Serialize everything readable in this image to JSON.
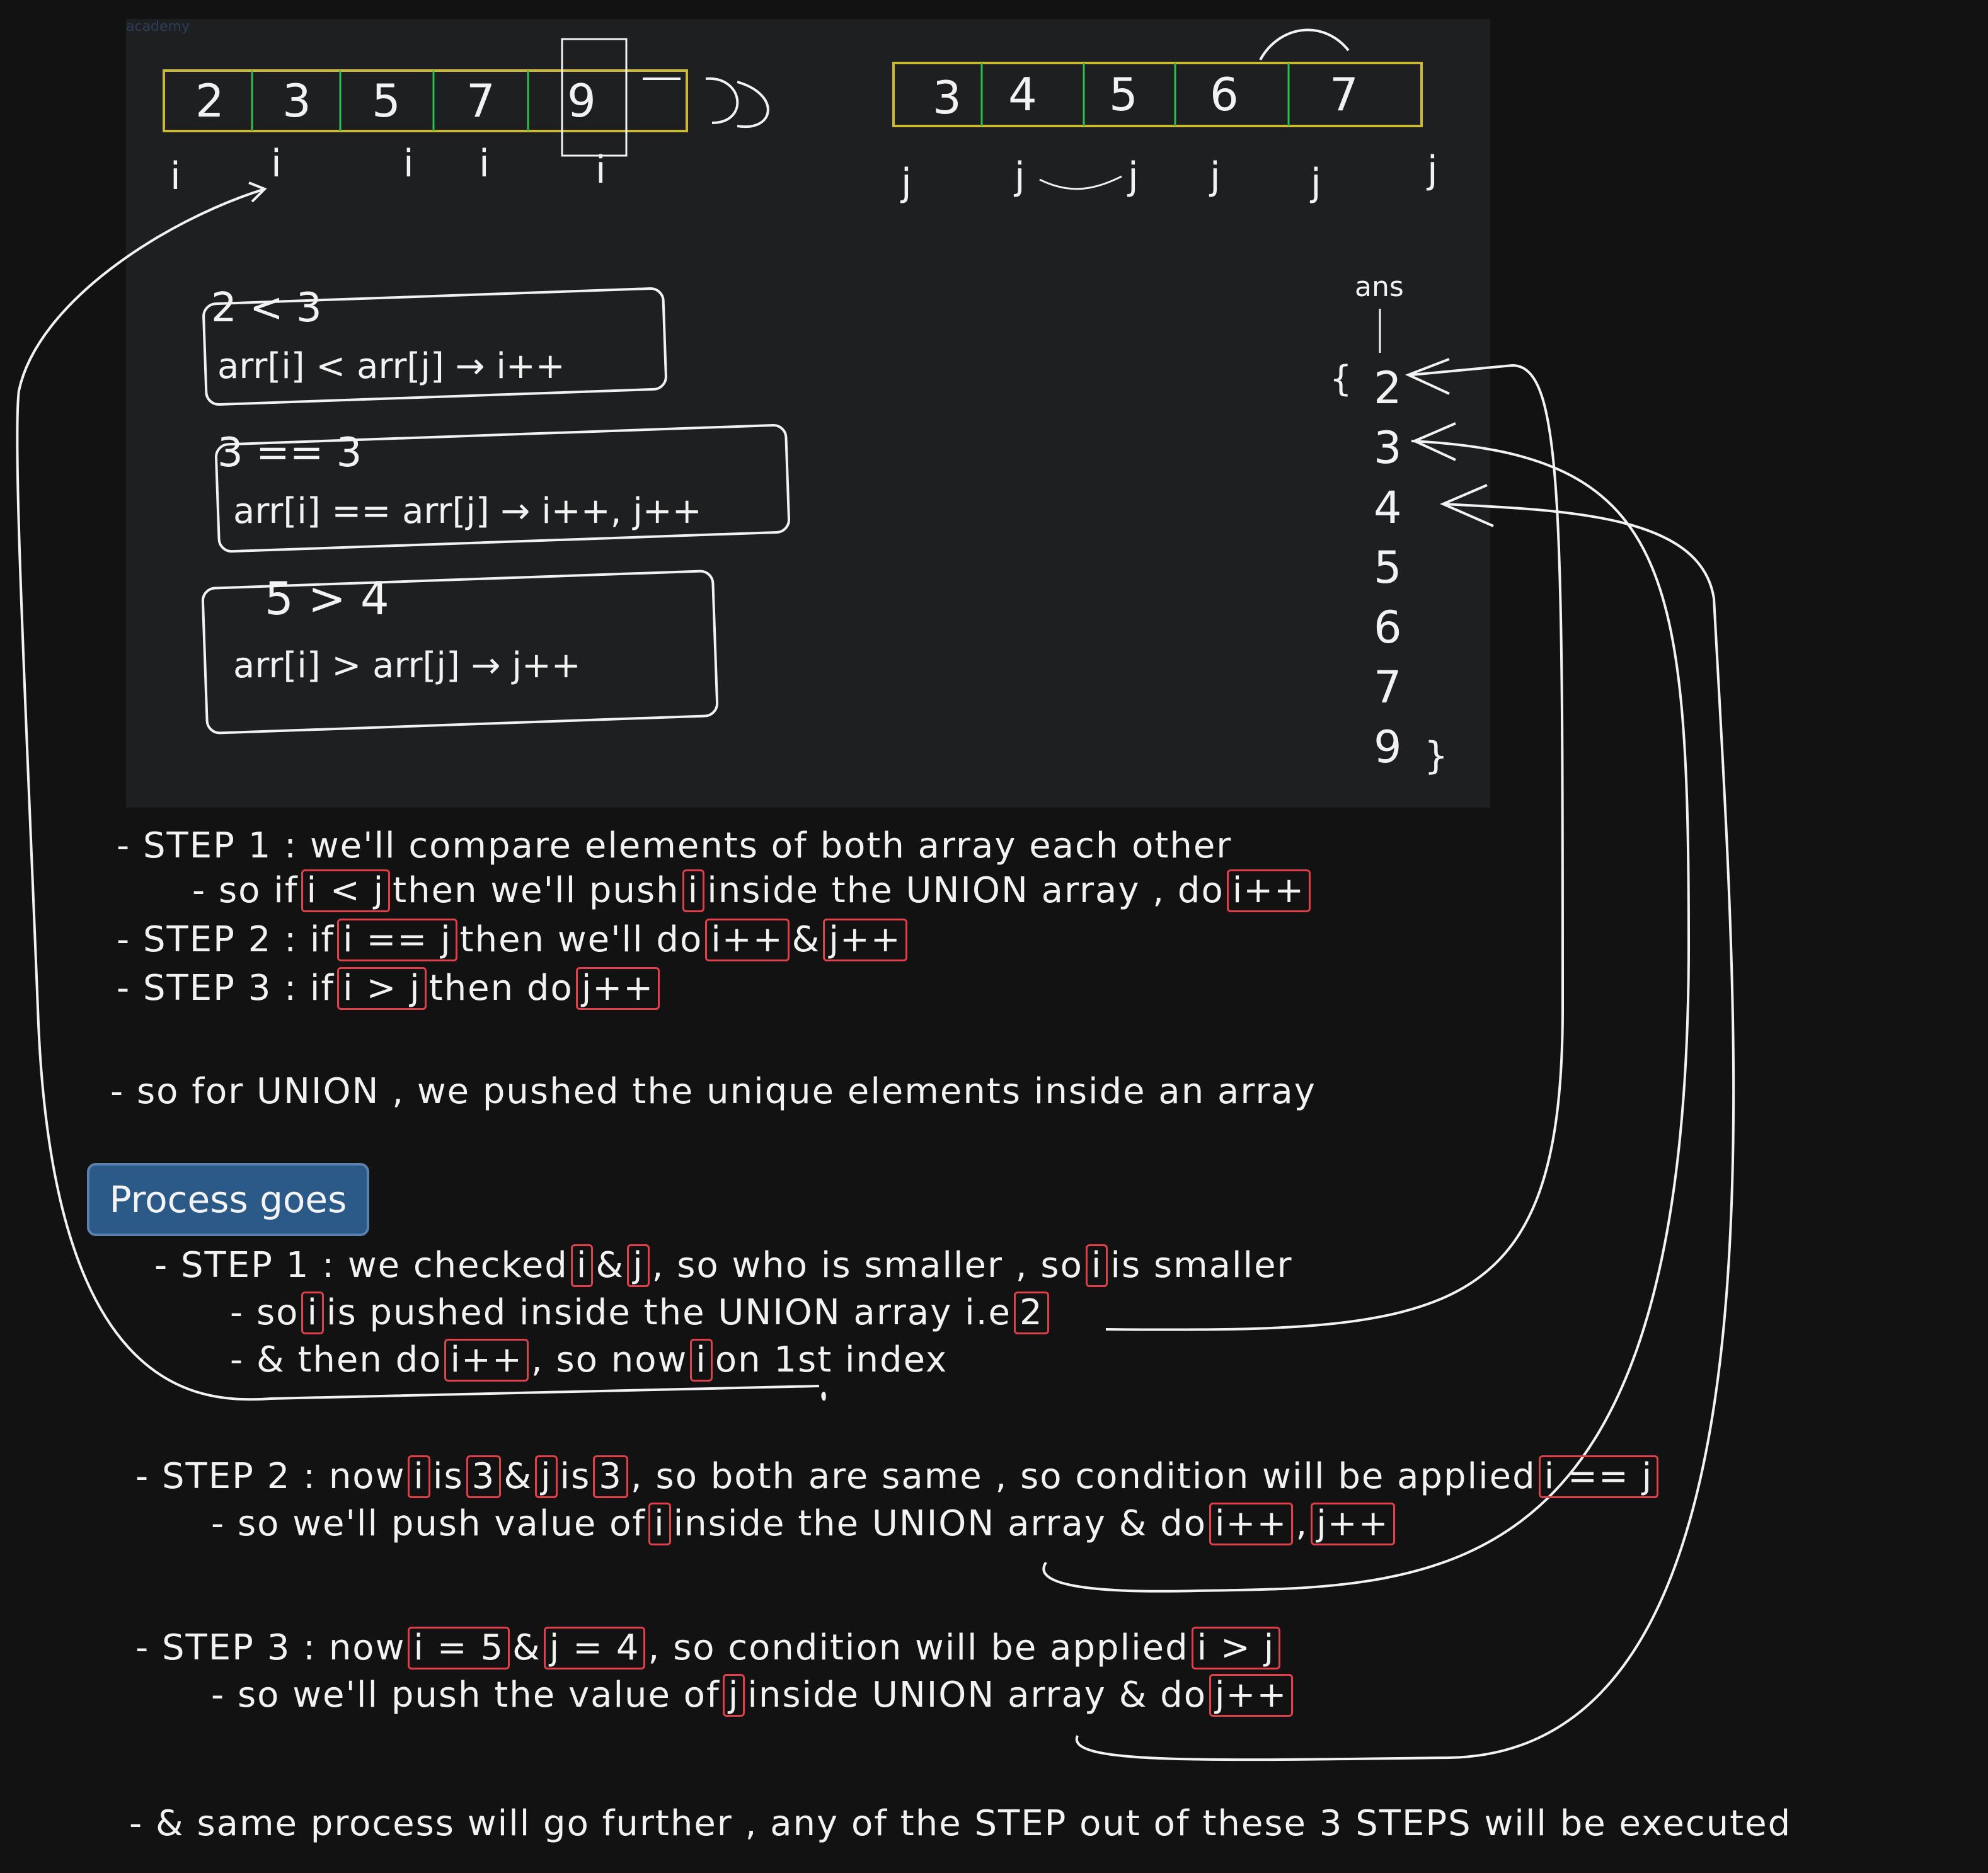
{
  "watermark": "academy",
  "arr1": [
    "2",
    "3",
    "5",
    "7",
    "9"
  ],
  "arr2": [
    "3",
    "4",
    "5",
    "6",
    "7"
  ],
  "sketch": {
    "cmp1": "2 < 3",
    "rule1": "arr[i] < arr[j] → i++",
    "cmp2": "3 == 3",
    "rule2": "arr[i] == arr[j] → i++, j++",
    "cmp3": "5 > 4",
    "rule3": "arr[i] > arr[j] → j++",
    "ans_label": "ans",
    "ans_values": [
      "2",
      "3",
      "4",
      "5",
      "6",
      "7",
      "9"
    ]
  },
  "steps": {
    "s1_a": "- STEP 1 : we'll compare elements of both array each other",
    "s1_b1": "- so if",
    "s1_b2": "i < j",
    "s1_b3": "then we'll push",
    "s1_b4": "i",
    "s1_b5": "inside the UNION array , do",
    "s1_b6": "i++",
    "s2_1": "- STEP 2 : if",
    "s2_2": "i == j",
    "s2_3": "then we'll do",
    "s2_4": "i++",
    "s2_5": "&",
    "s2_6": "j++",
    "s3_1": "- STEP 3 : if",
    "s3_2": "i > j",
    "s3_3": "then do",
    "s3_4": "j++",
    "union_note": "- so for UNION , we pushed the unique elements inside an array"
  },
  "process_button": "Process goes",
  "process": {
    "p1_1": "- STEP 1 : we checked",
    "p1_2": "i",
    "p1_3": "&",
    "p1_4": "j",
    "p1_5": ", so who is smaller , so",
    "p1_6": "i",
    "p1_7": "is smaller",
    "p1b_1": "- so",
    "p1b_2": "i",
    "p1b_3": "is pushed inside the UNION array i.e",
    "p1b_4": "2",
    "p1c_1": "- & then do",
    "p1c_2": "i++",
    "p1c_3": ", so now",
    "p1c_4": "i",
    "p1c_5": "on 1st index",
    "p2_1": "- STEP 2 : now",
    "p2_2": "i",
    "p2_3": "is",
    "p2_4": "3",
    "p2_5": "&",
    "p2_6": "j",
    "p2_7": "is",
    "p2_8": "3",
    "p2_9": ", so both are same , so condition will be applied",
    "p2_10": "i == j",
    "p2b_1": "- so we'll push value of",
    "p2b_2": "i",
    "p2b_3": "inside the UNION array & do",
    "p2b_4": "i++",
    "p2b_5": ",",
    "p2b_6": "j++",
    "p3_1": "- STEP 3 : now",
    "p3_2": "i = 5",
    "p3_3": "&",
    "p3_4": "j = 4",
    "p3_5": ", so condition will be applied",
    "p3_6": "i > j",
    "p3b_1": "- so we'll push the value of",
    "p3b_2": "j",
    "p3b_3": "inside UNION array & do",
    "p3b_4": "j++",
    "final": "- & same process will go further , any of the STEP out of these 3 STEPS will be executed"
  },
  "colors": {
    "background": "#121212",
    "board": "#1e1f21",
    "array_border": "#c9b83a",
    "divider": "#2fbf4f",
    "highlight": "#e0404a",
    "button": "#2c5a88"
  }
}
